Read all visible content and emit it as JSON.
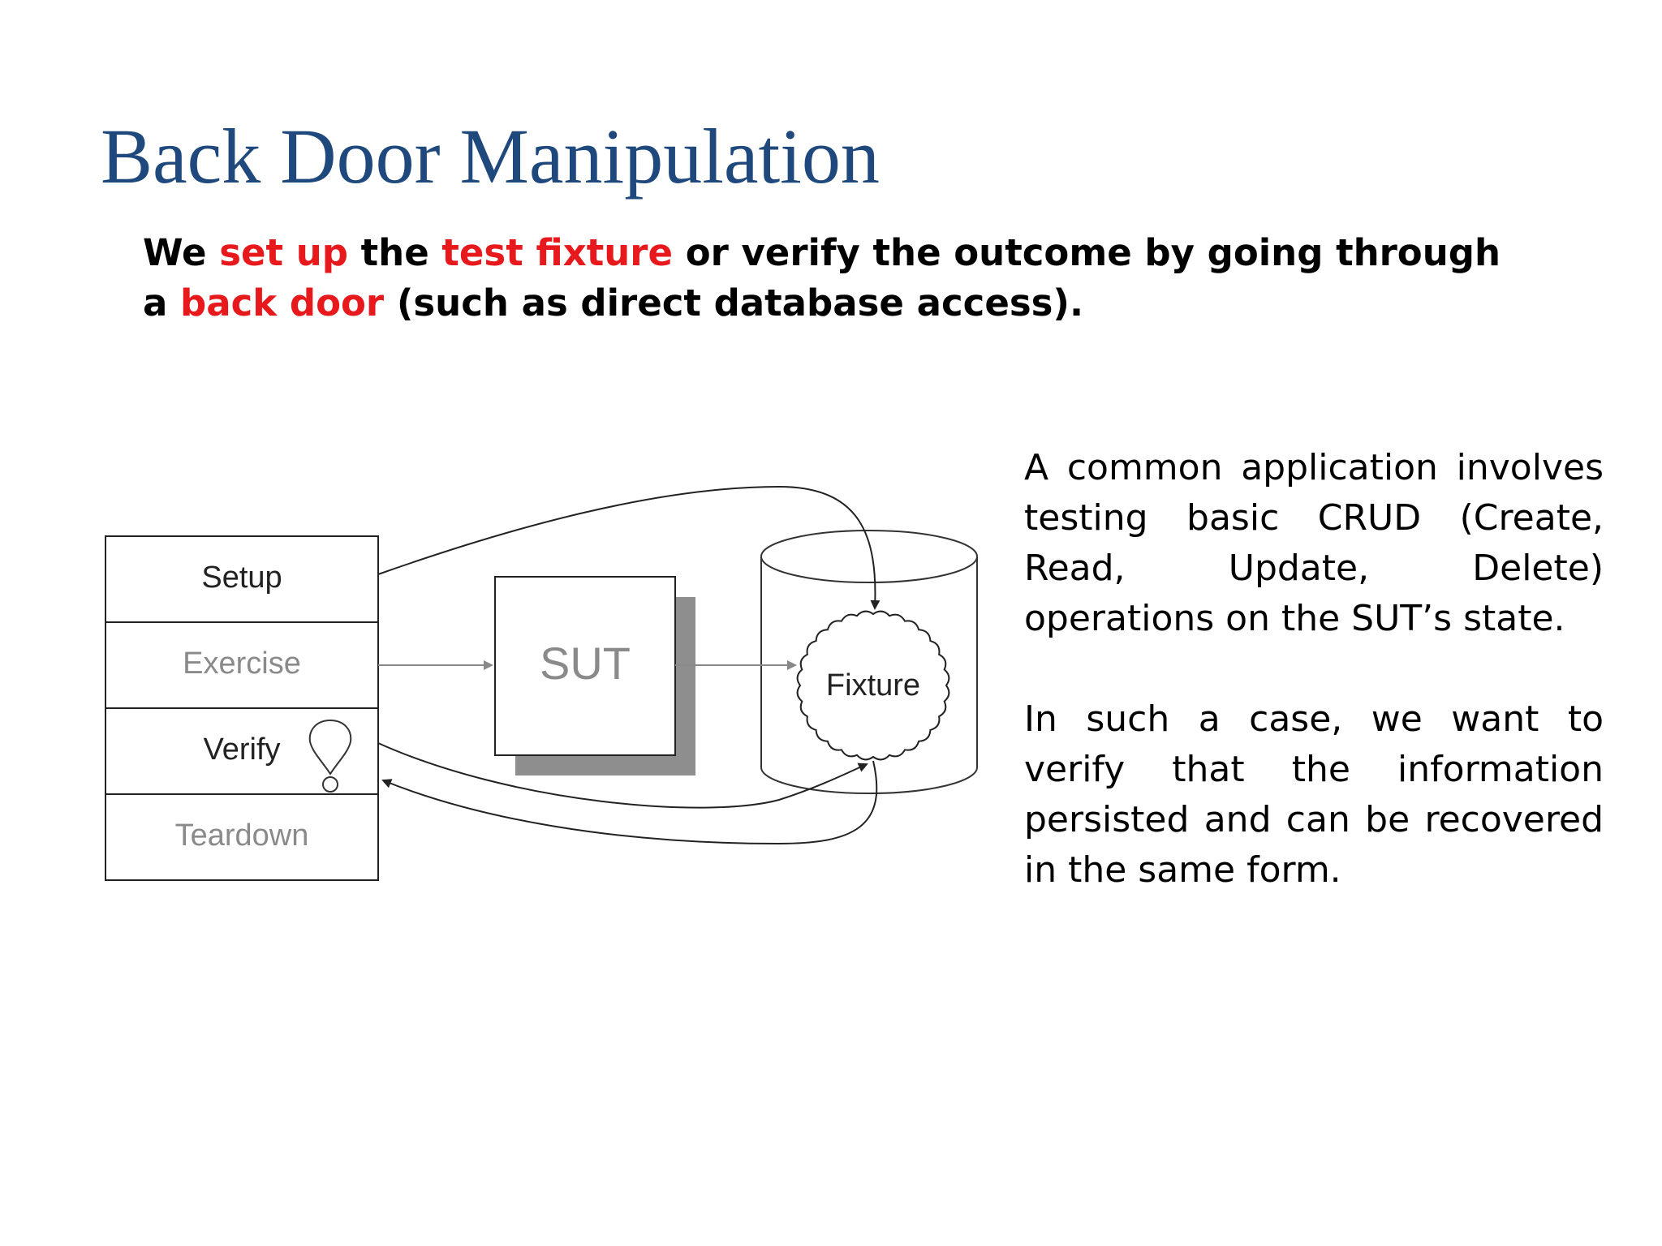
{
  "slide": {
    "title": "Back Door Manipulation",
    "lead": {
      "w1": "We",
      "h1": "set up",
      "w2": "the",
      "h2": "test fixture",
      "w3": "or verify the outcome by going through a",
      "h3": "back door",
      "w4": "(such as direct database access)."
    },
    "accent_color": "#E8191C",
    "title_color": "#1F497D"
  },
  "diagram": {
    "phases": [
      "Setup",
      "Exercise",
      "Verify",
      "Teardown"
    ],
    "sut_label": "SUT",
    "fixture_label": "Fixture"
  },
  "side_text": {
    "p1": "A common application involves testing basic CRUD (Create, Read, Update, Delete) operations on the SUT’s state.",
    "p2": "In such a case, we want to verify that the information persisted and can be recovered in the same form."
  }
}
